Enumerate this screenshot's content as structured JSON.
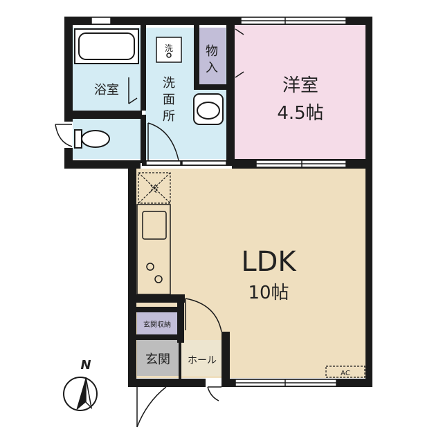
{
  "rooms": {
    "bath": "浴室",
    "washroom": "洗面所",
    "storage": "物入",
    "western_room": "洋室",
    "western_room_size": "4.5帖",
    "ldk": "LDK",
    "ldk_size": "10帖",
    "entrance_storage": "玄関収納",
    "entrance": "玄関",
    "hall": "ホール"
  },
  "fixtures": {
    "washer": "洗",
    "fridge": "冷",
    "aircon": "AC"
  },
  "compass": {
    "north": "N"
  },
  "colors": {
    "wall": "#1a1a1a",
    "wet_area": "#d4ecf4",
    "western_room": "#f5dce8",
    "ldk": "#efdfbf",
    "storage": "#c2bed8",
    "entrance": "#bdbdbd",
    "hall": "#ede5cf"
  }
}
